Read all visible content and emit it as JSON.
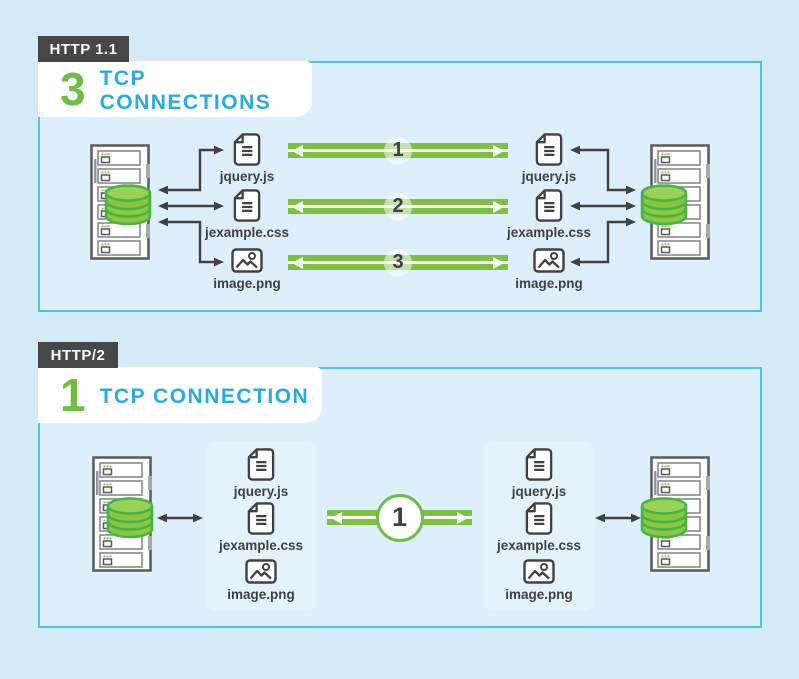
{
  "panel1": {
    "tab": "HTTP 1.1",
    "count": "3",
    "title": "TCP CONNECTIONS",
    "files": [
      {
        "name": "jquery.js",
        "icon": "document-icon"
      },
      {
        "name": "jexample.css",
        "icon": "document-icon"
      },
      {
        "name": "image.png",
        "icon": "image-icon"
      }
    ],
    "connection_numbers": [
      "1",
      "2",
      "3"
    ]
  },
  "panel2": {
    "tab": "HTTP/2",
    "count": "1",
    "title": "TCP CONNECTION",
    "files": [
      {
        "name": "jquery.js",
        "icon": "document-icon"
      },
      {
        "name": "jexample.css",
        "icon": "document-icon"
      },
      {
        "name": "image.png",
        "icon": "image-icon"
      }
    ],
    "connection_number": "1"
  },
  "colors": {
    "background": "#d3eaf7",
    "panel_background": "#dceffa",
    "panel_border": "#4ac3ef",
    "tab_background": "#474747",
    "tab_text": "#ffffff",
    "count_green": "#6fbe44",
    "title_blue": "#29abe2",
    "arrow_green": "#7cc142",
    "dark": "#414042",
    "database_fill": "#8dc63f",
    "database_stroke": "#44b449",
    "filebox_background": "#e3f3fc"
  }
}
